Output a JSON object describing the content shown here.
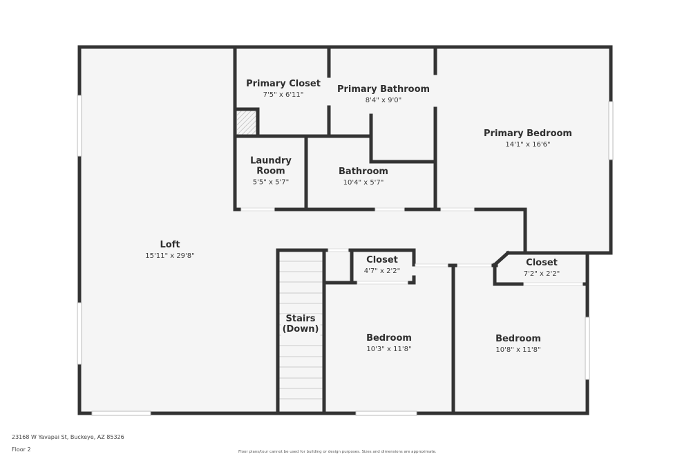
{
  "floorplan": {
    "colors": {
      "wall": "#333333",
      "floor": "#f5f5f5",
      "background": "#ffffff",
      "text": "#2e2e2e"
    },
    "rooms": [
      {
        "id": "loft",
        "name": "Loft",
        "dimensions": "15'11\" x 29'8\""
      },
      {
        "id": "primary-closet",
        "name": "Primary Closet",
        "dimensions": "7'5\" x 6'11\""
      },
      {
        "id": "primary-bathroom",
        "name": "Primary Bathroom",
        "dimensions": "8'4\" x 9'0\""
      },
      {
        "id": "primary-bedroom",
        "name": "Primary Bedroom",
        "dimensions": "14'1\" x 16'6\""
      },
      {
        "id": "laundry-room",
        "name": "Laundry\nRoom",
        "name_line1": "Laundry",
        "name_line2": "Room",
        "dimensions": "5'5\" x 5'7\""
      },
      {
        "id": "bathroom",
        "name": "Bathroom",
        "dimensions": "10'4\" x 5'7\""
      },
      {
        "id": "stairs",
        "name": "Stairs (Down)",
        "name_line1": "Stairs",
        "name_line2": "(Down)"
      },
      {
        "id": "closet-1",
        "name": "Closet",
        "dimensions": "4'7\" x 2'2\""
      },
      {
        "id": "closet-2",
        "name": "Closet",
        "dimensions": "7'2\" x 2'2\""
      },
      {
        "id": "bedroom-1",
        "name": "Bedroom",
        "dimensions": "10'3\" x 11'8\""
      },
      {
        "id": "bedroom-2",
        "name": "Bedroom",
        "dimensions": "10'8\" x 11'8\""
      }
    ]
  },
  "footer": {
    "address": "23168 W Yavapai St, Buckeye, AZ 85326",
    "floor": "Floor 2",
    "disclaimer": "Floor plans/tour cannot be used for building or design purposes. Sizes and dimensions are approximate."
  }
}
